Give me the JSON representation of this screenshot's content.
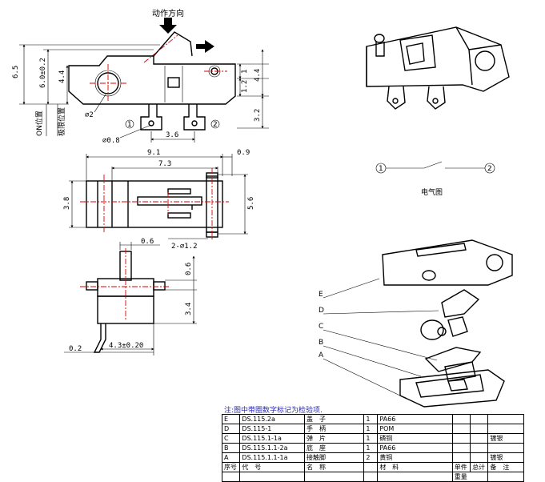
{
  "title_action": "动作方向",
  "elec_label": "电气图",
  "note": "注:图中带圈数字标记为检验项.",
  "terminals": [
    "1",
    "2"
  ],
  "dims": {
    "h65": "6.5",
    "h60": "6.0±0.2",
    "h44a": "4.4",
    "h44b": "4.4",
    "d1": "1",
    "d12": "1.2",
    "d32": "3.2",
    "phi2": "∅2",
    "phi08": "∅0.8",
    "d36": "3.6",
    "on_pos": "ON位置",
    "limit_pos": "极限位置",
    "d91": "9.1",
    "d09": "0.9",
    "d73": "7.3",
    "d38": "3.8",
    "d56": "5.6",
    "d2phi": "2-∅1.2",
    "d06a": "0.6",
    "d06b": "0.6",
    "d34": "3.4",
    "d02": "0.2",
    "d43": "4.3±0.20"
  },
  "parts": [
    "E",
    "D",
    "C",
    "B",
    "A"
  ],
  "bom": {
    "rows": [
      [
        "E",
        "DS.115.2a",
        "盖　子",
        "1",
        "PA66",
        "",
        "",
        ""
      ],
      [
        "D",
        "DS.115-1",
        "手　柄",
        "1",
        "POM",
        "",
        "",
        ""
      ],
      [
        "C",
        "DS.115.1-1a",
        "弹　片",
        "1",
        "磷铜",
        "",
        "",
        "镀银"
      ],
      [
        "B",
        "DS.115.1.1-2a",
        "底　座",
        "1",
        "PA66",
        "",
        "",
        ""
      ],
      [
        "A",
        "DS.115.1.1-1a",
        "接触脚",
        "2",
        "黄铜",
        "",
        "",
        "镀银"
      ]
    ],
    "header": [
      "序号",
      "代　号",
      "名　称",
      "",
      "材　料",
      "单件",
      "总计",
      "备　注"
    ],
    "header_sub": "重量"
  }
}
